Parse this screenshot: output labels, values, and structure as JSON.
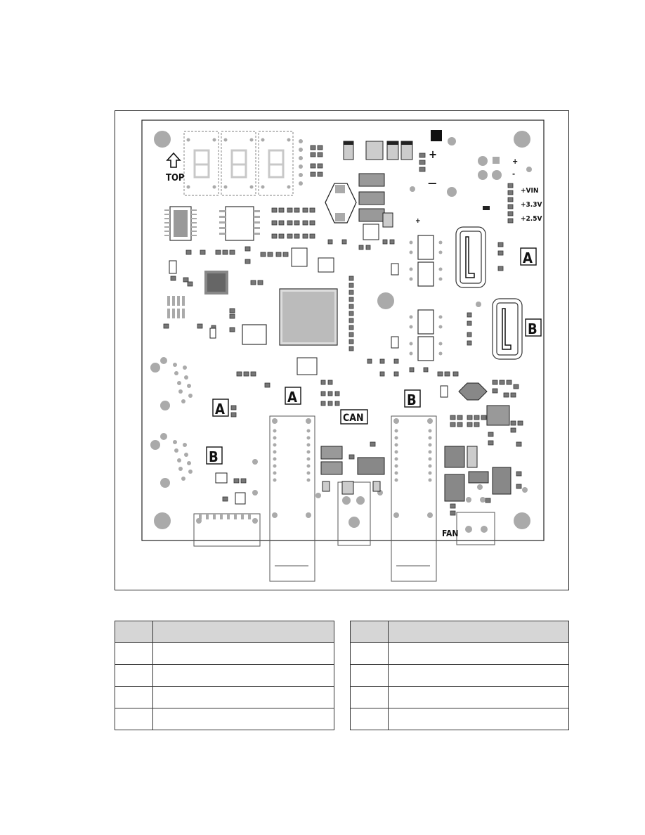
{
  "board": {
    "top_label": "TOP",
    "power_labels": [
      "+VIN",
      "+3.3V",
      "+2.5V"
    ],
    "polarity_plus": "+",
    "polarity_minus": "—",
    "small_plus": "+",
    "small_minus": "-",
    "port_a": "A",
    "port_b": "B",
    "can_label": "CAN",
    "fan_label": "FAN"
  },
  "icons": {
    "top_arrow": "arrow-up-outline-icon"
  },
  "colors": {
    "outline": "#222222",
    "pad_gray": "#a9a9a9",
    "pad_dark": "#1a1a1a",
    "header_fill": "#d6d6d6"
  },
  "legend_tables": [
    {
      "rows": 4,
      "header": [
        "",
        ""
      ],
      "cells": []
    },
    {
      "rows": 4,
      "header": [
        "",
        ""
      ],
      "cells": []
    }
  ]
}
